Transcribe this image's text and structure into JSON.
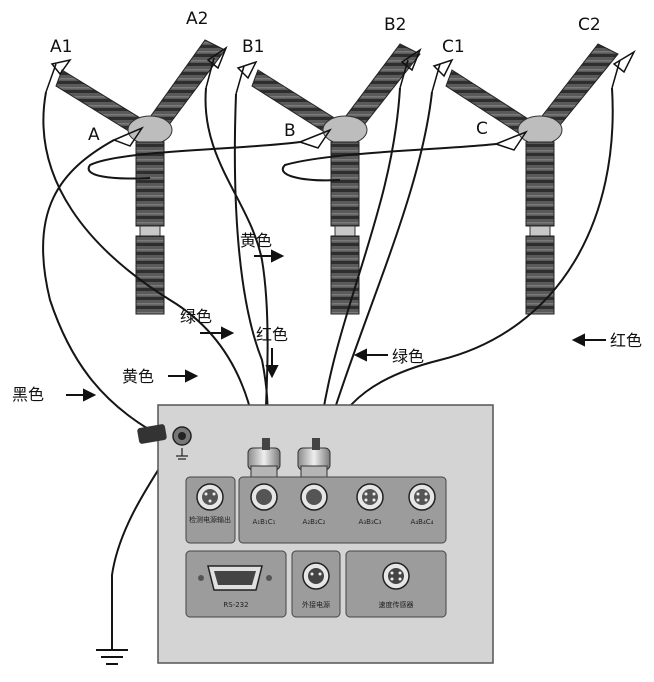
{
  "terminals": {
    "a1": "A1",
    "a2": "A2",
    "b1": "B1",
    "b2": "B2",
    "c1": "C1",
    "c2": "C2"
  },
  "phases": {
    "a": "A",
    "b": "B",
    "c": "C"
  },
  "wire_labels": {
    "yellow_top": "黄色",
    "green_left": "绿色",
    "red_middle": "红色",
    "green_right": "绿色",
    "red_right": "红色",
    "yellow_left": "黄色",
    "black": "黑色"
  },
  "panel": {
    "ports": {
      "current_output": "检测电源输出",
      "a_bc_1": "A₁B₁C₁",
      "a_bc_2": "A₂B₂C₂",
      "a_bc_3": "A₃B₃C₃",
      "a_bc_4": "A₄B₄C₄",
      "rs232": "RS-232",
      "external_power": "外接电源",
      "speed_sensor": "速度传感器"
    }
  },
  "colors": {
    "panel_bg": "#d4d4d4",
    "port_group_bg": "#9c9c9c",
    "insulator": "#4a4a4a",
    "wire": "#151515"
  }
}
